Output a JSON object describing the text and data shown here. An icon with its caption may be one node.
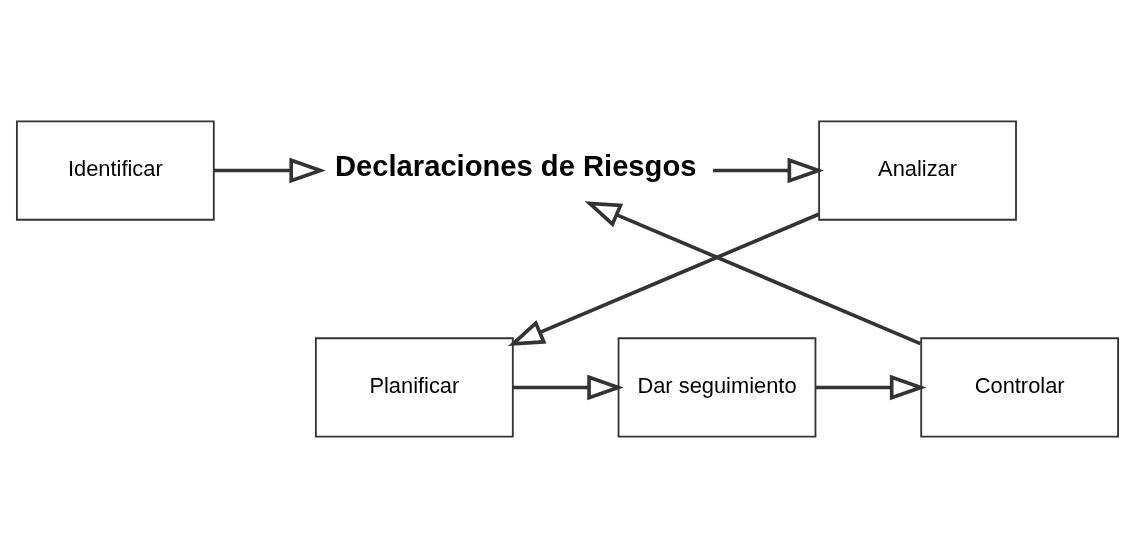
{
  "diagram": {
    "nodes": [
      {
        "text": [
          "Identificar"
        ]
      },
      {
        "text": [
          "Declaraciones de Riesgos"
        ]
      },
      {
        "text": [
          "Analizar"
        ]
      },
      {
        "text": [
          "Planificar"
        ]
      },
      {
        "text": [
          "Dar seguimiento"
        ]
      },
      {
        "text": [
          "Controlar"
        ]
      }
    ],
    "edges": [
      {
        "from": 0,
        "to": 1,
        "arrow": "to"
      },
      {
        "from": 1,
        "to": 2,
        "arrow": "to"
      },
      {
        "from": 2,
        "to": 3,
        "arrow": "to"
      },
      {
        "from": 3,
        "to": 4,
        "arrow": "to"
      },
      {
        "from": 4,
        "to": 5,
        "arrow": "to"
      },
      {
        "from": 5,
        "to": 1,
        "arrow": "to"
      }
    ]
  }
}
